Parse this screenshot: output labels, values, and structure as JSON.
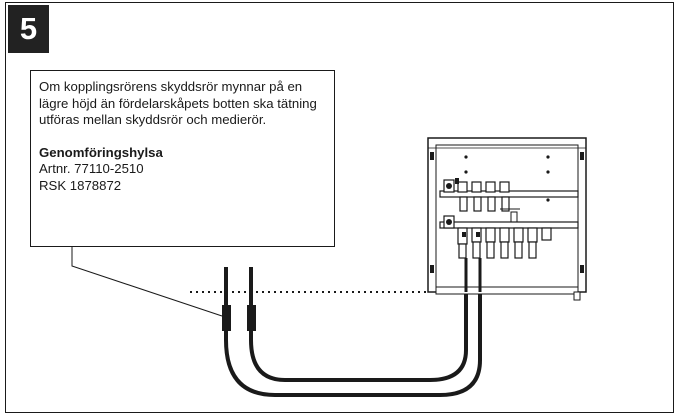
{
  "step": {
    "number": "5"
  },
  "callout": {
    "paragraph": "Om kopplingsrörens skyddsrör mynnar på en lägre höjd än fördelarskåpets botten ska tätning utföras mellan skyddsrör och medierör.",
    "product_name": "Genomföringshylsa",
    "article_number": "Artnr. 77110-2510",
    "rsk_number": "RSK 1878872"
  },
  "colors": {
    "line": "#1a1a1a",
    "badge": "#222222"
  }
}
